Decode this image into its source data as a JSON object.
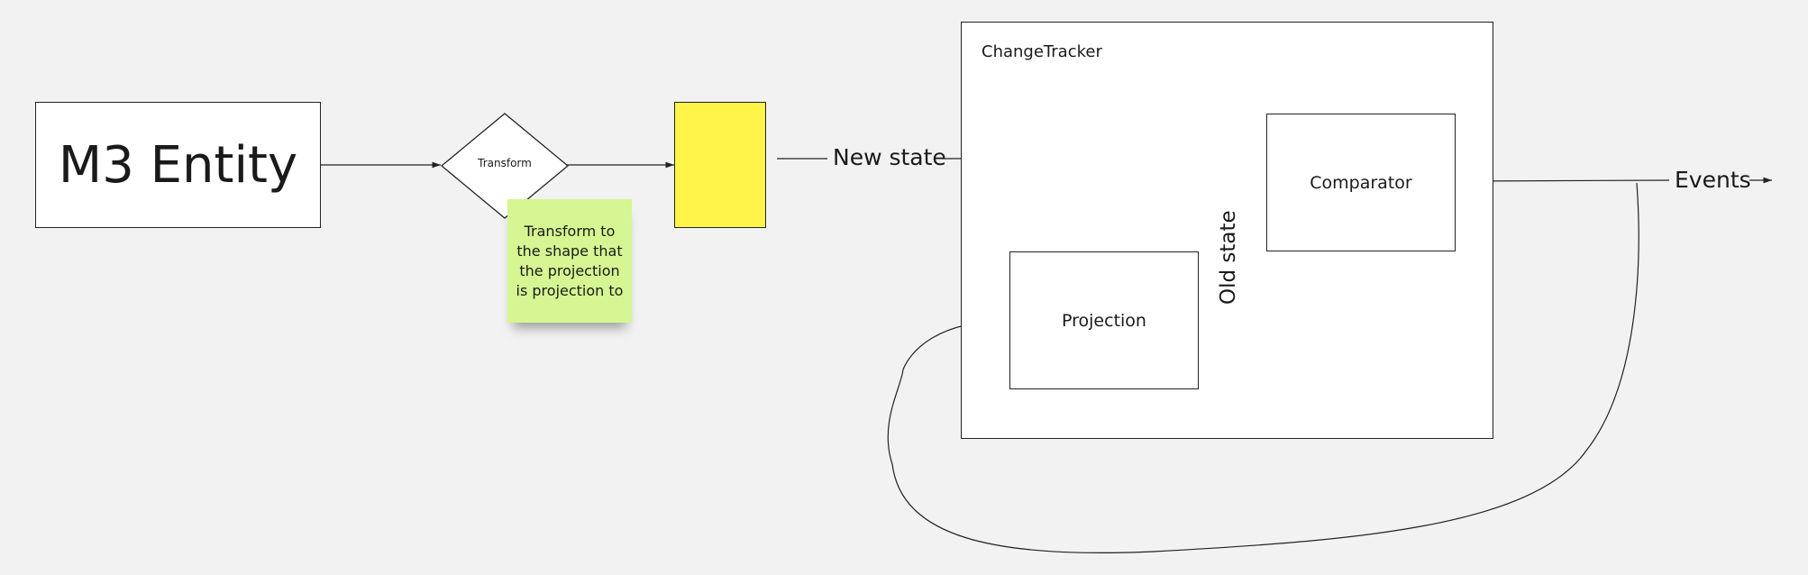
{
  "nodes": {
    "entity": "M3 Entity",
    "transform": "Transform",
    "sticky_note": "Transform to the shape that the projection is projection to",
    "change_tracker": "ChangeTracker",
    "comparator": "Comparator",
    "projection": "Projection"
  },
  "edges": {
    "new_state": "New state",
    "old_state": "Old state",
    "events": "Events"
  },
  "colors": {
    "background": "#f2f2f2",
    "yellow_box": "#fff44a",
    "sticky": "#d5f692",
    "line": "#222222"
  }
}
